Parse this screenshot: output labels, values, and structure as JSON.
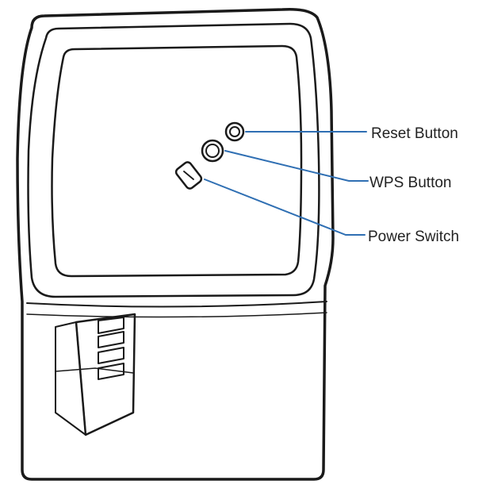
{
  "diagram": {
    "callouts": [
      {
        "label": "Reset Button"
      },
      {
        "label": "WPS Button"
      },
      {
        "label": "Power Switch"
      }
    ]
  },
  "colors": {
    "device_outline": "#1a1a1a",
    "leader_line": "#2f6fb3",
    "background": "#ffffff"
  }
}
